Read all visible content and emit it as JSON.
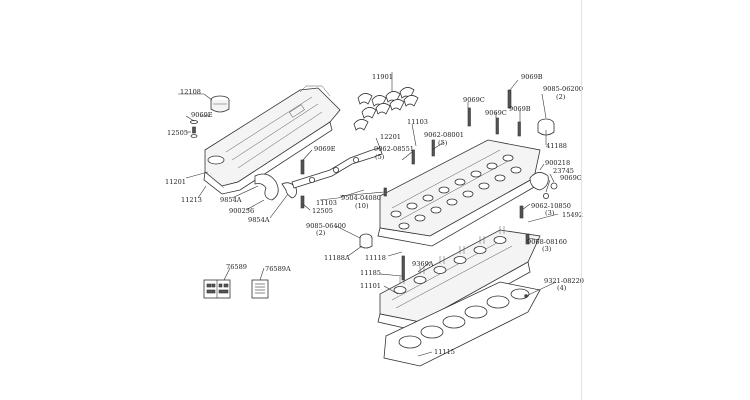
{
  "diagram": {
    "labels": {
      "l12108": "12108",
      "l9069E_a": "9069E",
      "l12505_a": "12505",
      "l11201": "11201",
      "l11213": "11213",
      "l9854A_a": "9854A",
      "l900236": "900236",
      "l9854A_b": "9854A",
      "l12505_b": "12505",
      "l9069E_b": "9069E",
      "l12201": "12201",
      "l11103_a": "11103",
      "l11103_b": "11103",
      "l11901": "11901",
      "l9069C_a": "9069C",
      "l9069C_b": "9069C",
      "l9062_08001": "9062-08001",
      "l9062_08001_q": "(5)",
      "l9062_08551": "9062-08551",
      "l9062_08551_q": "(5)",
      "l9069B_a": "9069B",
      "l9085_06200": "9085-06200",
      "l9085_06200_q": "(2)",
      "l9069B_b": "9069B",
      "l41188": "41188",
      "l900218": "900218",
      "l23745": "23745",
      "l9069G": "9069G",
      "l9504_04080": "9504-04080",
      "l9504_04080_q": "(10)",
      "l9085_06400": "9085-06400",
      "l9085_06400_q": "(2)",
      "l11188A": "11188A",
      "l11118": "11118",
      "l9062_10850": "9062-10850",
      "l9062_10850_q": "(3)",
      "l15492": "15492",
      "l9068_08160": "9068-08160",
      "l9068_08160_q": "(3)",
      "l11185": "11185",
      "l9369A": "9369A",
      "l11101": "11101",
      "l9321_08220": "9321-08220",
      "l9321_08220_q": "(4)",
      "l11115": "11115",
      "l76589": "76589",
      "l76589A": "76589A"
    }
  }
}
